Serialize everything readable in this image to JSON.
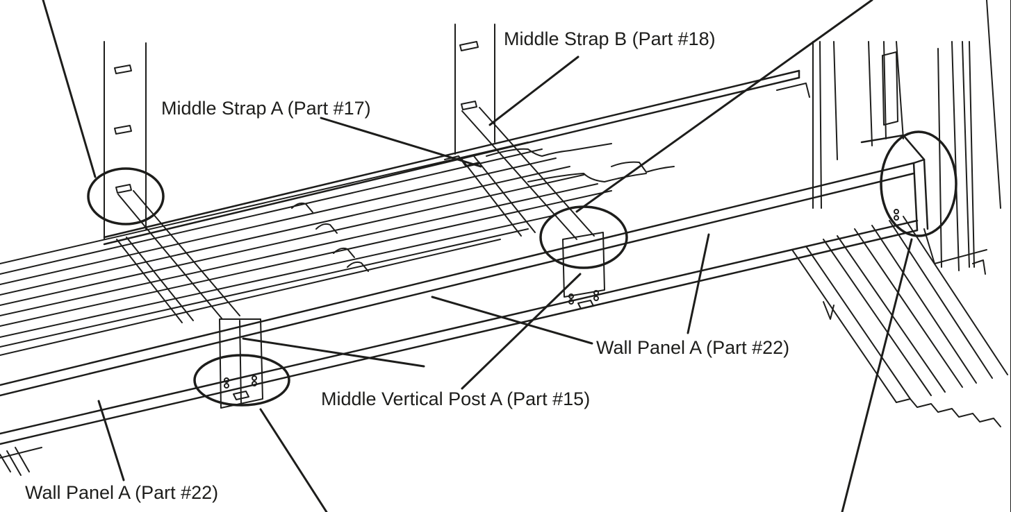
{
  "colors": {
    "ink": "#1d1d1b",
    "paper": "#ffffff"
  },
  "labels": {
    "middle_strap_b": "Middle Strap B (Part #18)",
    "middle_strap_a": "Middle Strap A (Part #17)",
    "wall_panel_a_right": "Wall Panel A (Part #22)",
    "middle_vertical_post_a": "Middle Vertical Post A (Part #15)",
    "wall_panel_a_left": "Wall Panel A (Part #22)"
  }
}
